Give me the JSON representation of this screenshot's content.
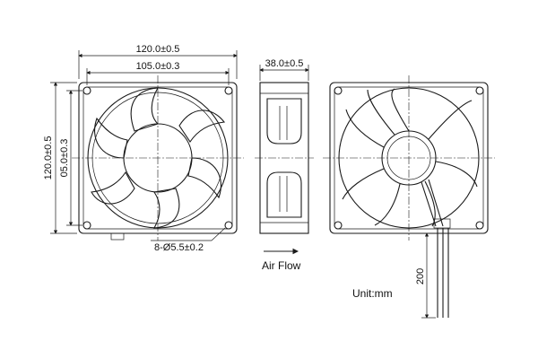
{
  "dimensions": {
    "overall_width": "120.0±0.5",
    "hole_spacing_width": "105.0±0.3",
    "depth": "38.0±0.5",
    "overall_height": "120.0±0.5",
    "hole_spacing_height": "05.0±0.3",
    "mounting_holes": "8-Ø5.5±0.2",
    "lead_length": "200"
  },
  "labels": {
    "air_flow": "Air Flow",
    "unit": "Unit:mm"
  },
  "colors": {
    "line": "#1a1a1a",
    "background": "#ffffff"
  }
}
